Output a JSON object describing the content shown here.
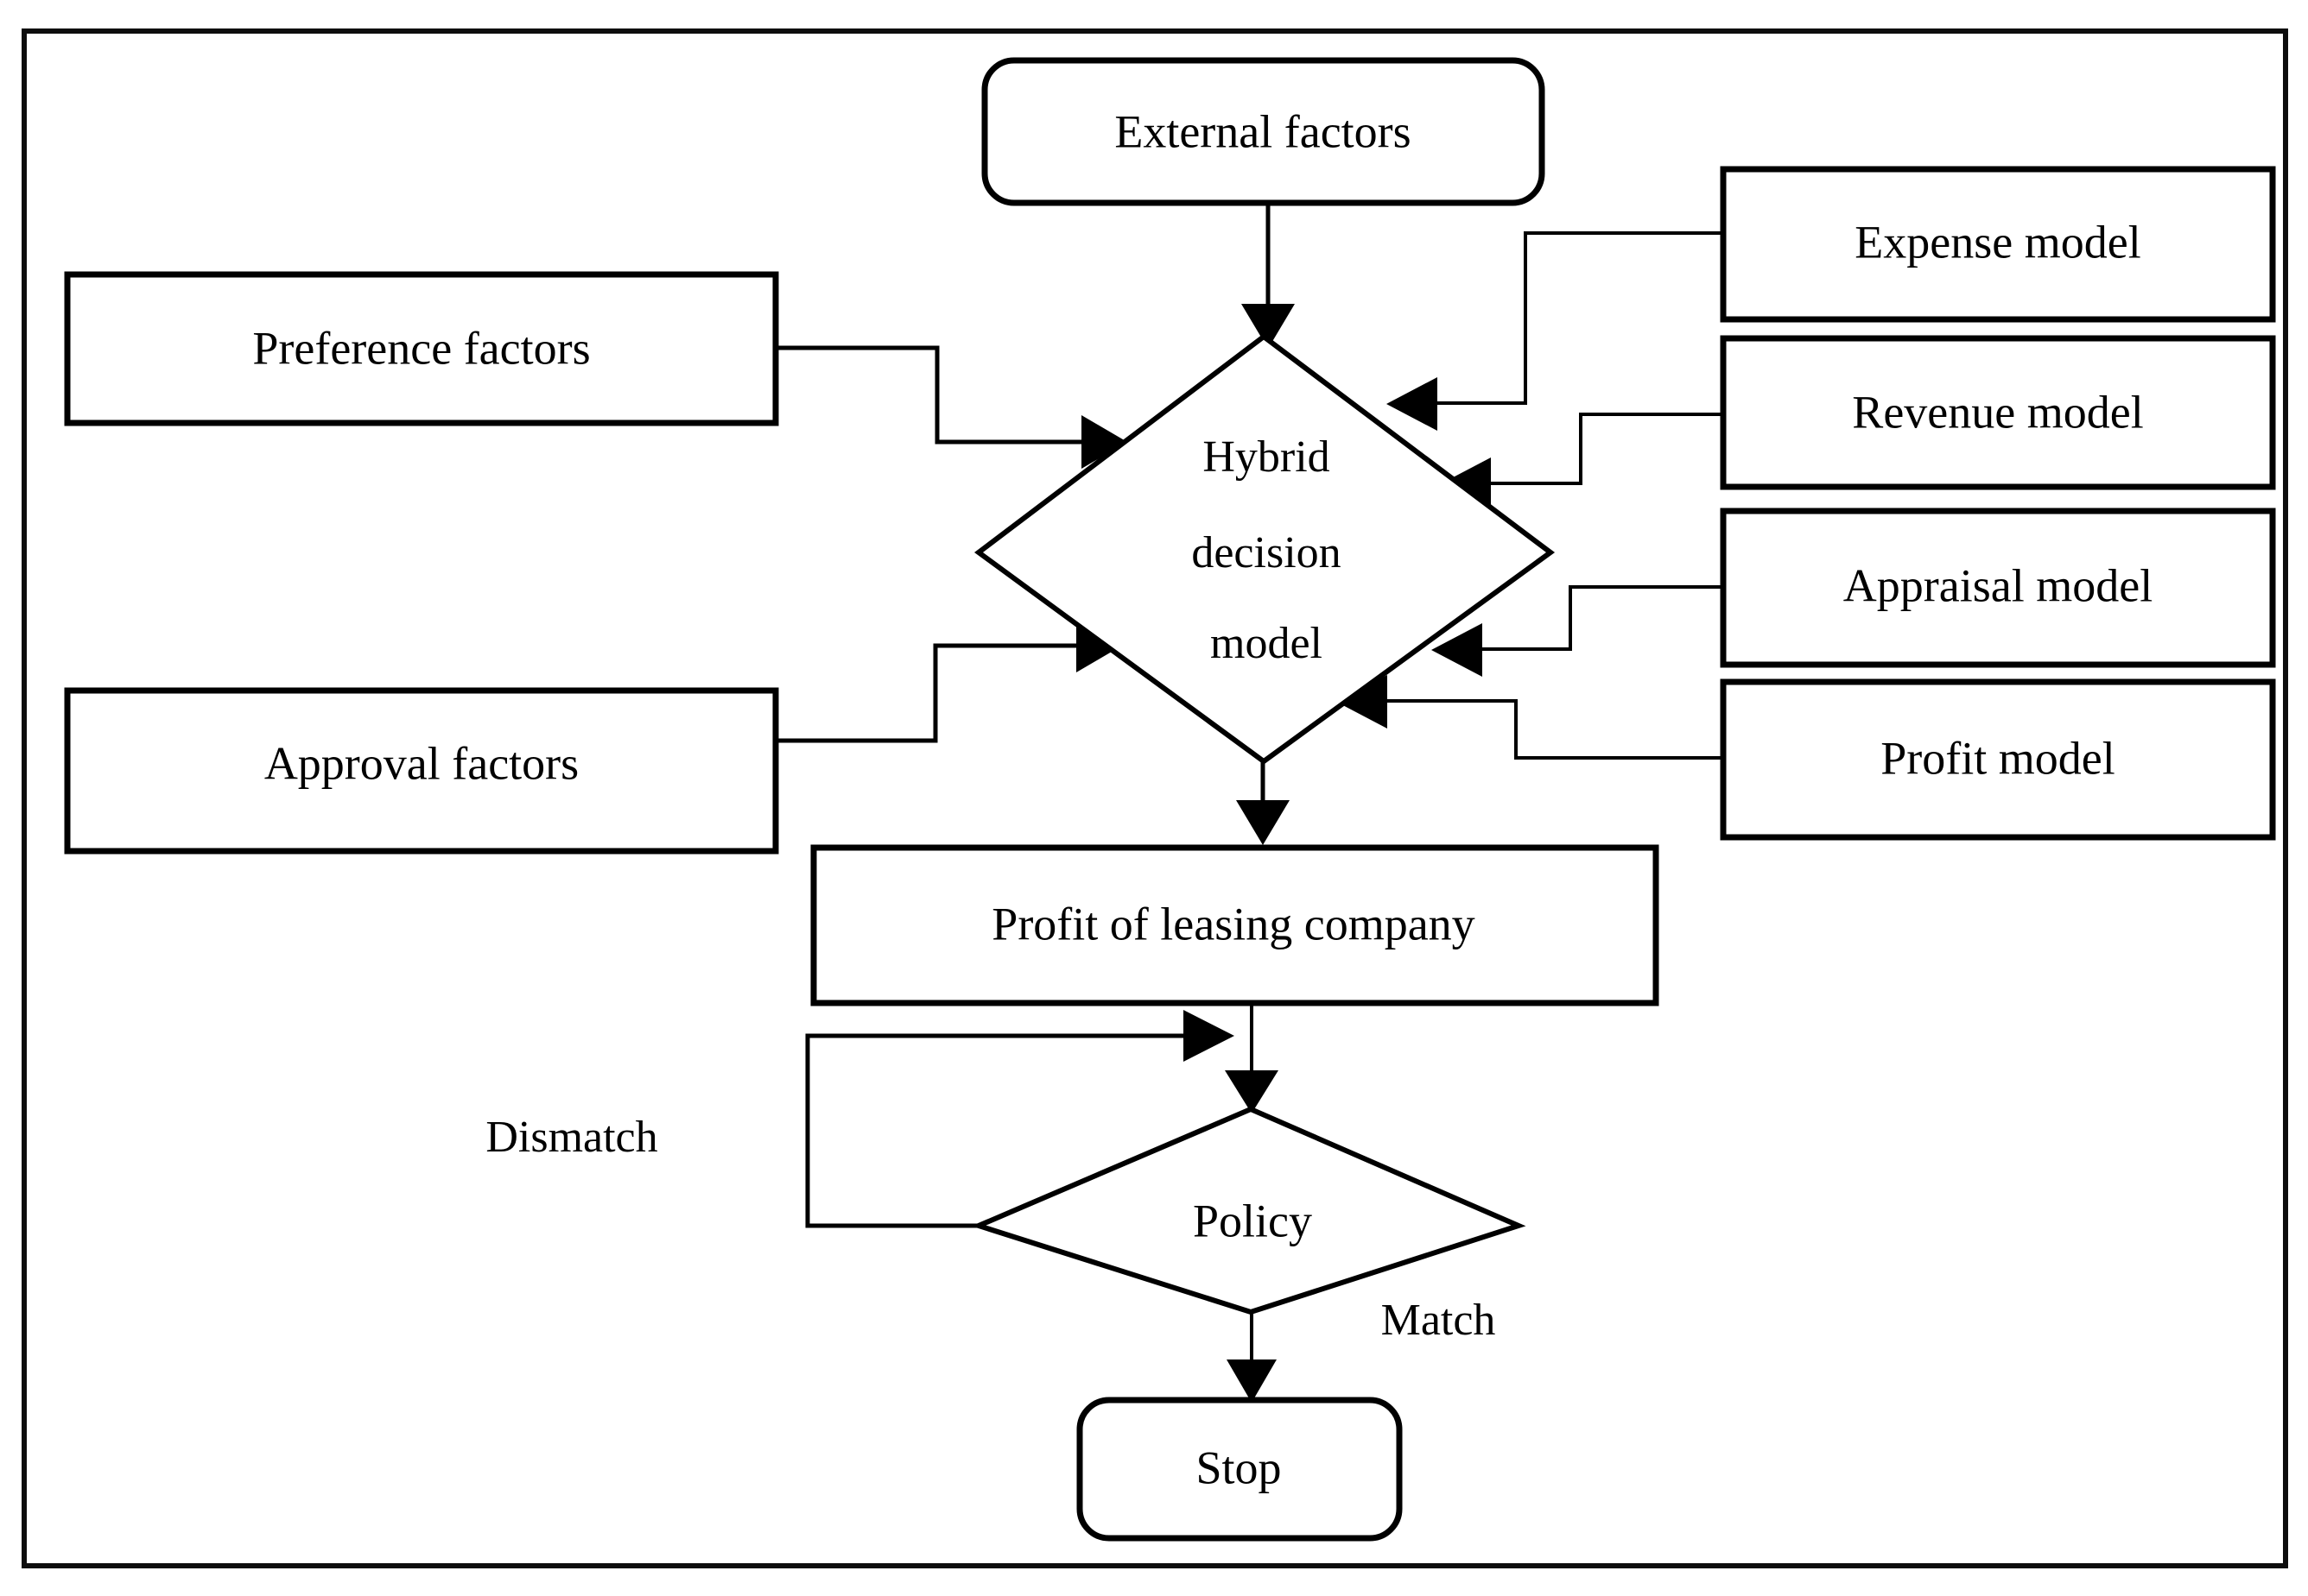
{
  "figure": {
    "type": "flowchart",
    "border_color": "#0d0d0d",
    "line_color": "#000000",
    "fill_color": "#ffffff"
  },
  "nodes": {
    "external_factors": {
      "label": "External factors",
      "shape": "rounded-rectangle"
    },
    "preference_factors": {
      "label": "Preference factors",
      "shape": "rectangle"
    },
    "approval_factors": {
      "label": "Approval factors",
      "shape": "rectangle"
    },
    "expense_model": {
      "label": "Expense model",
      "shape": "rectangle"
    },
    "revenue_model": {
      "label": "Revenue model",
      "shape": "rectangle"
    },
    "appraisal_model": {
      "label": "Appraisal model",
      "shape": "rectangle"
    },
    "profit_model": {
      "label": "Profit model",
      "shape": "rectangle"
    },
    "hybrid_decision_model": {
      "shape": "diamond",
      "label": "Hybrid decision model",
      "line1": "Hybrid",
      "line2": "decision",
      "line3": "model"
    },
    "profit_of_leasing_company": {
      "label": "Profit of leasing company",
      "shape": "rectangle"
    },
    "policy": {
      "label": "Policy",
      "shape": "diamond"
    },
    "stop": {
      "label": "Stop",
      "shape": "rounded-rectangle"
    }
  },
  "edge_labels": {
    "dismatch": "Dismatch",
    "match": "Match"
  },
  "edges": [
    {
      "from": "external_factors",
      "to": "hybrid_decision_model",
      "label": ""
    },
    {
      "from": "preference_factors",
      "to": "hybrid_decision_model",
      "label": ""
    },
    {
      "from": "approval_factors",
      "to": "hybrid_decision_model",
      "label": ""
    },
    {
      "from": "expense_model",
      "to": "hybrid_decision_model",
      "label": ""
    },
    {
      "from": "revenue_model",
      "to": "hybrid_decision_model",
      "label": ""
    },
    {
      "from": "appraisal_model",
      "to": "hybrid_decision_model",
      "label": ""
    },
    {
      "from": "profit_model",
      "to": "hybrid_decision_model",
      "label": ""
    },
    {
      "from": "hybrid_decision_model",
      "to": "profit_of_leasing_company",
      "label": ""
    },
    {
      "from": "profit_of_leasing_company",
      "to": "policy",
      "label": ""
    },
    {
      "from": "policy",
      "to": "stop",
      "label": "Match"
    },
    {
      "from": "policy",
      "to": "profit_of_leasing_company",
      "label": "Dismatch"
    }
  ]
}
